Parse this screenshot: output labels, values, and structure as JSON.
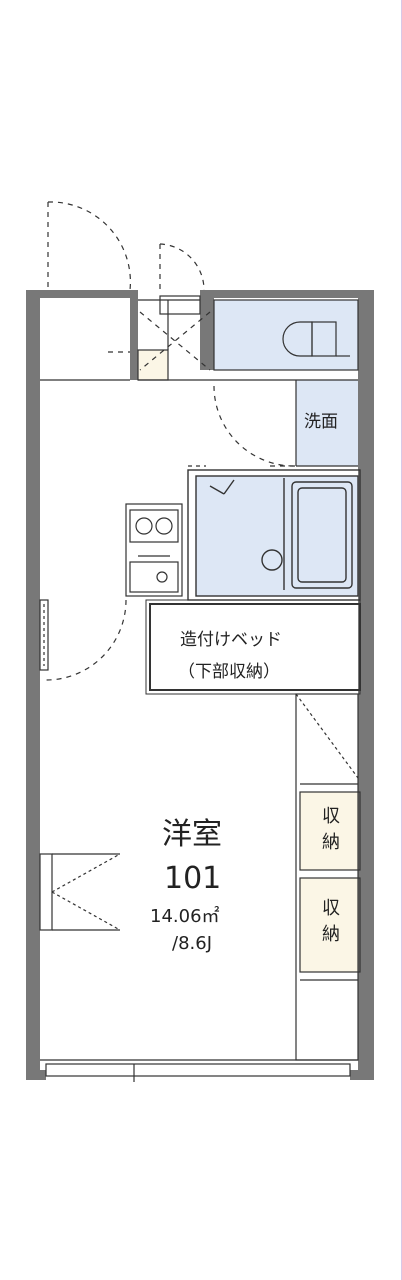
{
  "plan": {
    "washroom_label": "洗面",
    "bed_label_line1": "造付けベッド",
    "bed_label_line2": "（下部収納）",
    "room_name": "洋室",
    "room_number": "101",
    "room_area": "14.06㎡",
    "room_tatami": "/8.6J",
    "storage_label_1": "収納",
    "storage_label_2": "収納"
  },
  "colors": {
    "wall": "#787878",
    "wet_area_fill": "#dde7f5",
    "storage_fill": "#fbf6e6",
    "line": "#333333"
  }
}
